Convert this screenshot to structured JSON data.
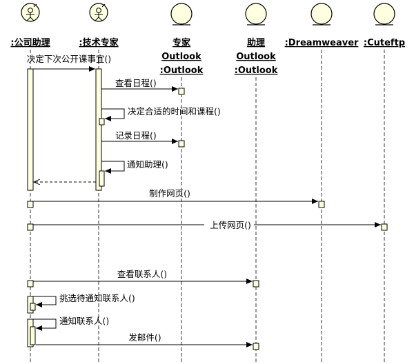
{
  "participants": [
    {
      "id": "assistant",
      "kind": "actor",
      "line1": ":公司助理",
      "line2": "",
      "line3": ""
    },
    {
      "id": "tech",
      "kind": "actor",
      "line1": ":技术专家",
      "line2": "",
      "line3": ""
    },
    {
      "id": "expert_outlook",
      "kind": "entity",
      "line1": "专家",
      "line2": "Outlook",
      "line3": ":Outlook"
    },
    {
      "id": "assistant_outlook",
      "kind": "entity",
      "line1": "助理",
      "line2": "Outlook",
      "line3": ":Outlook"
    },
    {
      "id": "dreamweaver",
      "kind": "entity",
      "line1": ":Dreamweaver",
      "line2": "",
      "line3": ""
    },
    {
      "id": "cuteftp",
      "kind": "entity",
      "line1": ":Cuteftp",
      "line2": "",
      "line3": ""
    }
  ],
  "messages": [
    {
      "id": "m1",
      "from": "assistant",
      "to": "tech",
      "label": "决定下次公开课事宜()",
      "type": "call"
    },
    {
      "id": "m2",
      "from": "tech",
      "to": "expert_outlook",
      "label": "查看日程()",
      "type": "call"
    },
    {
      "id": "m3",
      "from": "tech",
      "to": "tech",
      "label": "决定合适的时间和课程()",
      "type": "self"
    },
    {
      "id": "m4",
      "from": "tech",
      "to": "expert_outlook",
      "label": "记录日程()",
      "type": "call"
    },
    {
      "id": "m5",
      "from": "tech",
      "to": "tech",
      "label": "通知助理()",
      "type": "self"
    },
    {
      "id": "m6",
      "from": "tech",
      "to": "assistant",
      "label": "",
      "type": "return"
    },
    {
      "id": "m7",
      "from": "assistant",
      "to": "dreamweaver",
      "label": "制作网页()",
      "type": "call"
    },
    {
      "id": "m8",
      "from": "assistant",
      "to": "cuteftp",
      "label": "上传网页()",
      "type": "call"
    },
    {
      "id": "m9",
      "from": "assistant",
      "to": "assistant_outlook",
      "label": "查看联系人()",
      "type": "call"
    },
    {
      "id": "m10",
      "from": "assistant",
      "to": "assistant",
      "label": "挑选待通知联系人()",
      "type": "self"
    },
    {
      "id": "m11",
      "from": "assistant",
      "to": "assistant",
      "label": "通知联系人()",
      "type": "self"
    },
    {
      "id": "m12",
      "from": "assistant",
      "to": "assistant_outlook",
      "label": "发邮件()",
      "type": "call"
    }
  ]
}
